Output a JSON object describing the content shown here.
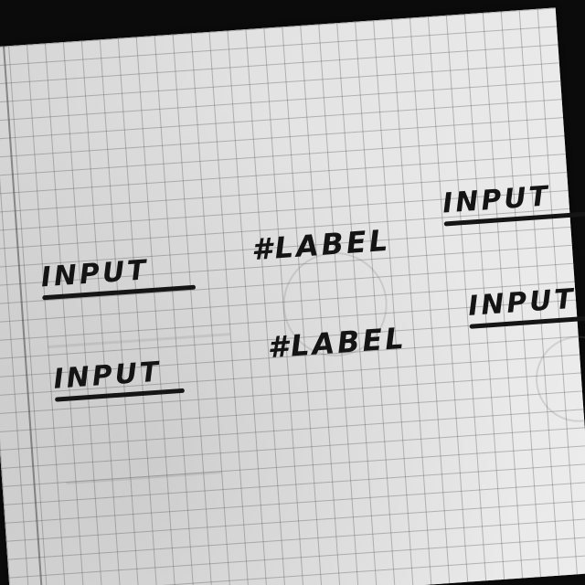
{
  "sketch": {
    "inputs": [
      {
        "label": "INPUT"
      },
      {
        "label": "INPUT"
      },
      {
        "label": "INPUT"
      },
      {
        "label": "INPUT"
      }
    ],
    "labels": [
      {
        "text": "#LABEL"
      },
      {
        "text": "#LABEL"
      }
    ]
  },
  "colors": {
    "paper": "#dcdcdc",
    "ink": "#141414",
    "background": "#0b0b0b"
  }
}
